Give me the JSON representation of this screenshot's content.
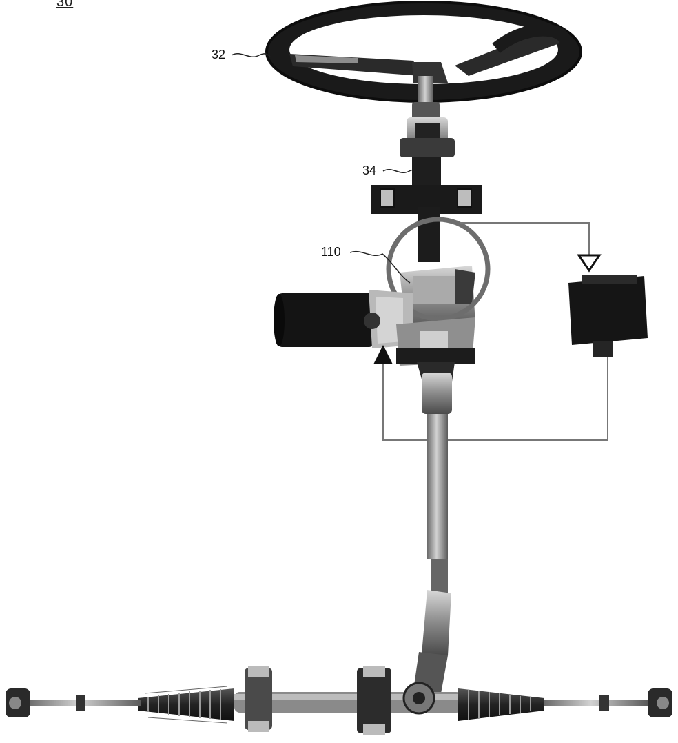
{
  "figure": {
    "label": "30",
    "callouts": [
      {
        "id": "32",
        "text": "32",
        "part": "steering-wheel"
      },
      {
        "id": "34",
        "text": "34",
        "part": "steering-column"
      },
      {
        "id": "110",
        "text": "110",
        "part": "torque-sensor-housing"
      }
    ]
  },
  "colors": {
    "line": "#777777",
    "dark_part": "#1c1c1c",
    "metal": "#9a9a9a",
    "shaft": "#b0b0b0"
  }
}
